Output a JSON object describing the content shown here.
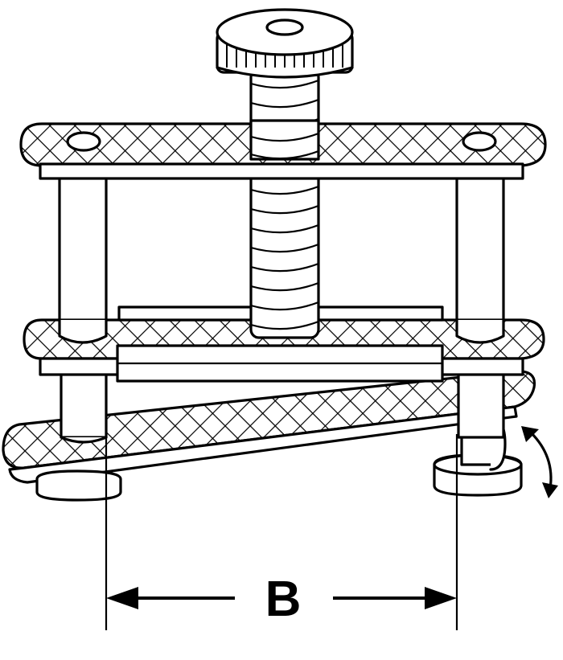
{
  "diagram": {
    "dimension_label": "B",
    "colors": {
      "ink": "#000000",
      "paper": "#ffffff"
    },
    "parts": {
      "thumb_screw": "knurled-knob",
      "threaded_rod": "screw-thread",
      "top_plate": "crosshatched-top-jaw",
      "middle_plate": "crosshatched-middle-jaw",
      "tilted_plate": "crosshatched-tilting-jaw",
      "posts": "guide-posts",
      "feet": "round-feet",
      "rotation_arrow": "curved-arrow-icon"
    }
  }
}
